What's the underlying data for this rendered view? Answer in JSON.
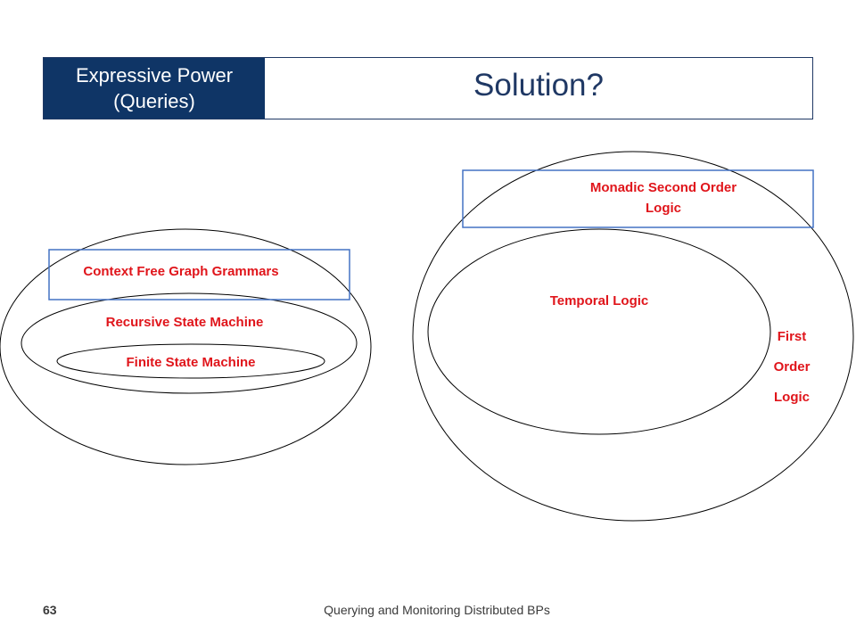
{
  "header": {
    "tab_line1": "Expressive Power",
    "tab_line2": "(Queries)",
    "title": "Solution?"
  },
  "diagram": {
    "left": {
      "outer_label": "Context Free Graph Grammars",
      "middle_label": "Recursive State Machine",
      "inner_label": "Finite State Machine"
    },
    "right": {
      "top_label_line1": "Monadic Second Order",
      "top_label_line2": "Logic",
      "inner_label": "Temporal Logic",
      "outer_label_line1": "First",
      "outer_label_line2": "Order",
      "outer_label_line3": "Logic"
    }
  },
  "footer": {
    "page_number": "63",
    "text": "Querying and Monitoring Distributed BPs"
  },
  "colors": {
    "header_tab": "#0f3566",
    "label_red": "#e0151b",
    "box_blue": "#4472c4"
  }
}
